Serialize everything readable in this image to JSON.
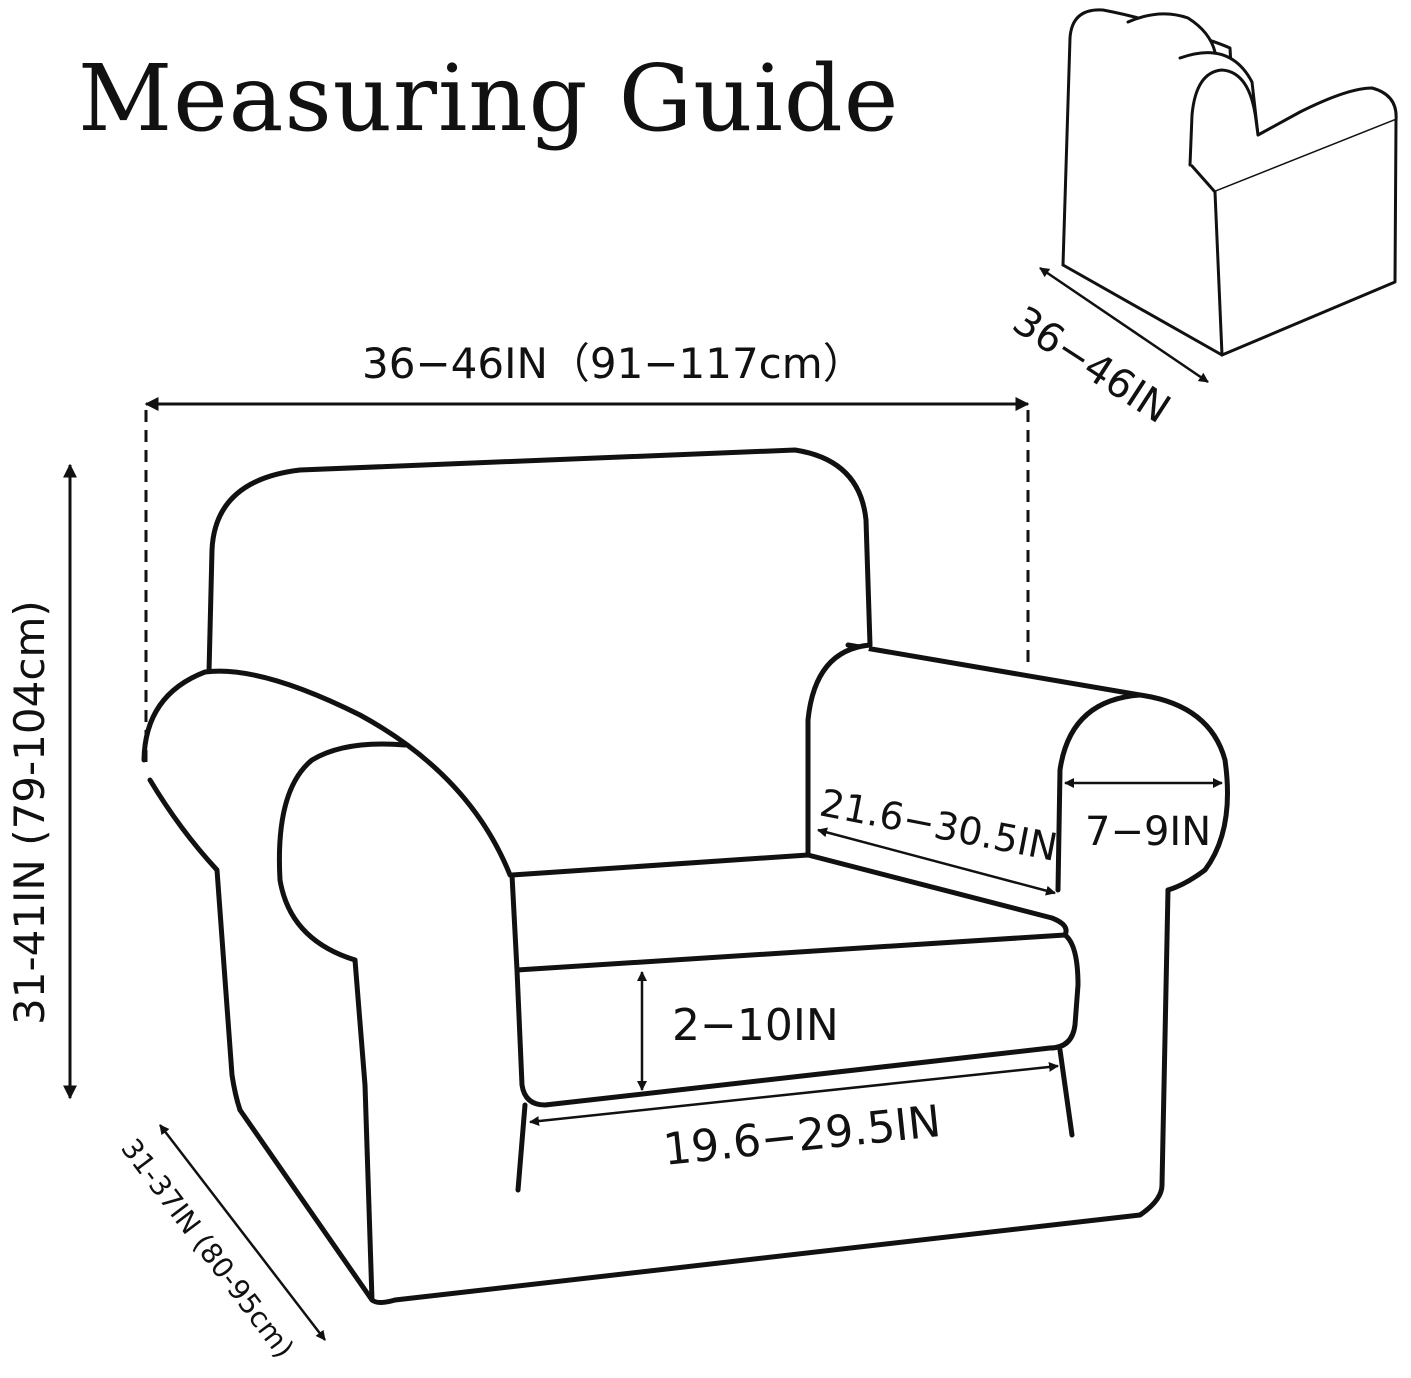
{
  "title": "Measuring Guide",
  "colors": {
    "ink": "#111111",
    "background": "#ffffff"
  },
  "measurements": {
    "width": "36−46IN（91−117cm）",
    "small_width": "36−46IN",
    "height": "31-41IN (79-104cm)",
    "depth": "31-37IN (80-95cm)",
    "seat_depth": "21.6−30.5IN",
    "arm_width": "7−9IN",
    "cushion_thickness": "2−10IN",
    "seat_width": "19.6−29.5IN"
  }
}
